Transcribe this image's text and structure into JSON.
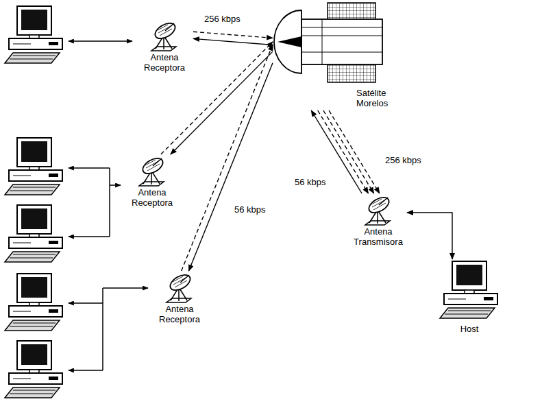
{
  "diagram": {
    "nodes": [
      {
        "text": [
          "Satélite Morelos"
        ]
      },
      {
        "text": [
          "Antena Receptora"
        ]
      },
      {
        "text": [
          "Antena Receptora"
        ]
      },
      {
        "text": [
          "Antena Receptora"
        ]
      },
      {
        "text": [
          "Antena Transmisora"
        ]
      },
      {
        "text": [
          "Host"
        ]
      }
    ],
    "edges": [
      {
        "from": 0,
        "to": 1,
        "arrow": "to",
        "label": "256 kbps"
      },
      {
        "from": 1,
        "to": 0,
        "arrow": "to"
      },
      {
        "from": 0,
        "to": 2,
        "arrow": "to"
      },
      {
        "from": 2,
        "to": 0,
        "arrow": "to"
      },
      {
        "from": 0,
        "to": 3,
        "arrow": "to"
      },
      {
        "from": 3,
        "to": 0,
        "arrow": "to",
        "label": "56 kbps"
      },
      {
        "from": 0,
        "to": 4,
        "arrow": "to",
        "label": "56 kbps"
      },
      {
        "from": 0,
        "to": 4,
        "arrow": "to"
      },
      {
        "from": 0,
        "to": 4,
        "arrow": "to"
      },
      {
        "from": 4,
        "to": 0,
        "arrow": "to",
        "label": "256 kbps"
      },
      {
        "from": 4,
        "to": 5,
        "arrow": "both"
      }
    ]
  }
}
